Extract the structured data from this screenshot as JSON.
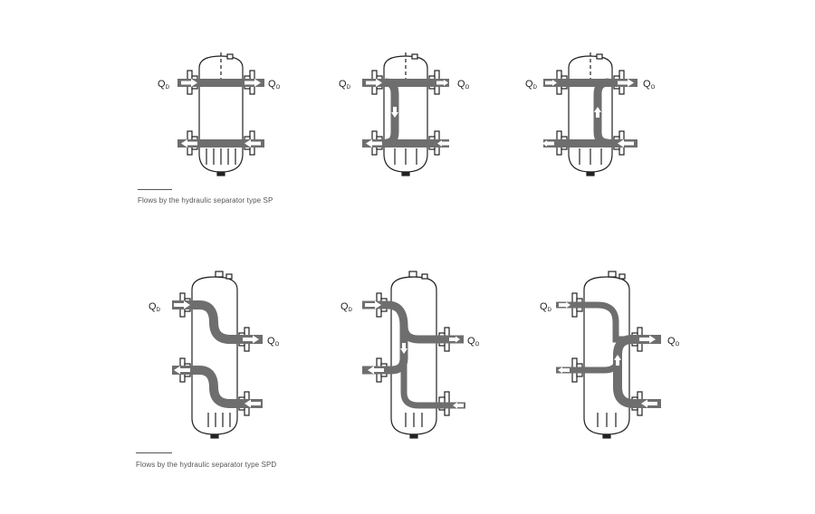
{
  "colors": {
    "flow": "#6e6e6e",
    "outline": "#222222",
    "arrow": "#ffffff"
  },
  "labels": {
    "supply": "Q",
    "supply_sub": "D",
    "output": "Q",
    "output_sub": "O"
  },
  "captions": {
    "sp": "Flows by the hydraulic separator type SP",
    "spd": "Flows by the hydraulic separator type SPD"
  },
  "icons": {
    "flow_arrow": "arrow-icon",
    "drain_plug": "drain-plug-icon"
  }
}
